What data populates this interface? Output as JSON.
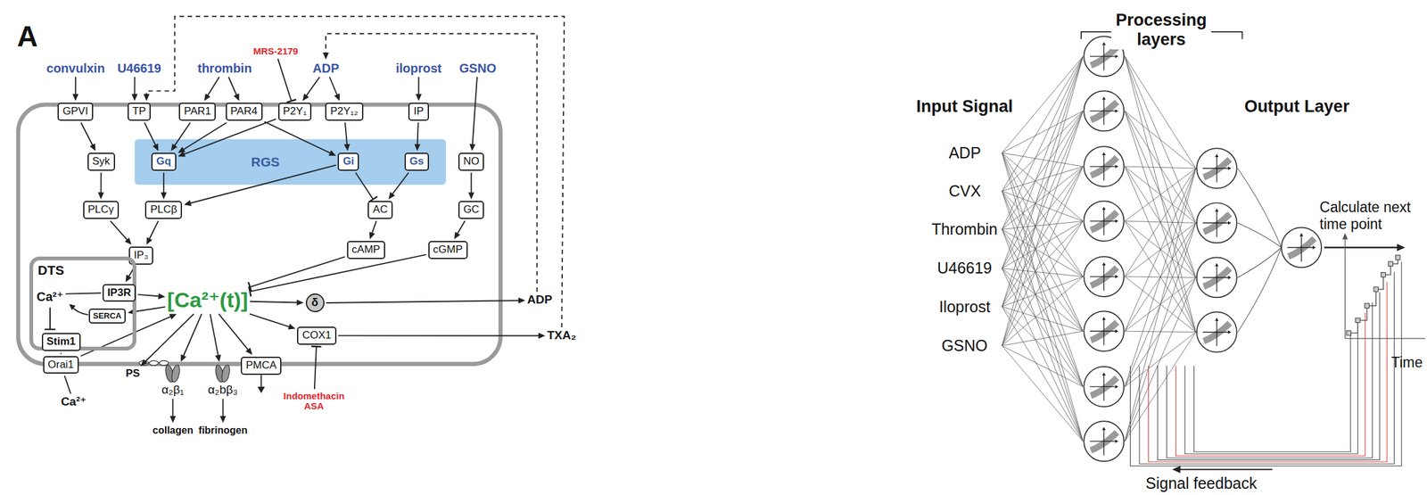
{
  "diagram": {
    "nodes": [
      {
        "text": [
          "convulxin"
        ]
      },
      {
        "text": [
          "U46619"
        ]
      },
      {
        "text": [
          "thrombin"
        ]
      },
      {
        "text": [
          "MRS-2179"
        ]
      },
      {
        "text": [
          "ADP"
        ]
      },
      {
        "text": [
          "iloprost"
        ]
      },
      {
        "text": [
          "GSNO"
        ]
      },
      {
        "text": [
          "GPVI"
        ]
      },
      {
        "text": [
          "TP"
        ]
      },
      {
        "text": [
          "PAR1"
        ]
      },
      {
        "text": [
          "PAR4"
        ]
      },
      {
        "text": [
          "P2Y₁"
        ]
      },
      {
        "text": [
          "P2Y₁₂"
        ]
      },
      {
        "text": [
          "IP"
        ]
      },
      {
        "text": [
          "RGS"
        ]
      },
      {
        "text": [
          "Gq"
        ],
        "in": 14
      },
      {
        "text": [
          "Gi"
        ],
        "in": 14
      },
      {
        "text": [
          "Gs"
        ],
        "in": 14
      },
      {
        "text": [
          "Syk"
        ]
      },
      {
        "text": [
          "NO"
        ]
      },
      {
        "text": [
          "PLCγ"
        ]
      },
      {
        "text": [
          "PLCβ"
        ]
      },
      {
        "text": [
          "AC"
        ]
      },
      {
        "text": [
          "GC"
        ]
      },
      {
        "text": [
          "cAMP"
        ]
      },
      {
        "text": [
          "cGMP"
        ]
      },
      {
        "text": [
          "IP₃"
        ]
      },
      {
        "text": [
          "DTS"
        ]
      },
      {
        "text": [
          "IP3R"
        ],
        "in": 27
      },
      {
        "text": [
          "SERCA"
        ],
        "in": 27
      },
      {
        "text": [
          "Stim1"
        ],
        "in": 27
      },
      {
        "text": [
          "Orai1"
        ]
      },
      {
        "text": [
          "[Ca²⁺(t)]"
        ]
      },
      {
        "text": [
          "δ"
        ]
      },
      {
        "text": [
          "COX1"
        ]
      },
      {
        "text": [
          "PS"
        ]
      },
      {
        "text": [
          "α₂β₁"
        ]
      },
      {
        "text": [
          "α₂bβ₃"
        ]
      },
      {
        "text": [
          "PMCA"
        ]
      },
      {
        "text": [
          "ADP"
        ]
      },
      {
        "text": [
          "TXA₂"
        ]
      },
      {
        "text": [
          "Indomethacin ASA"
        ]
      },
      {
        "text": [
          "collagen"
        ]
      },
      {
        "text": [
          "fibrinogen"
        ]
      },
      {
        "text": [
          "Ca²⁺"
        ]
      }
    ],
    "edges": [
      {
        "from": 0,
        "to": 7,
        "arrow": "to"
      },
      {
        "from": 1,
        "to": 8,
        "arrow": "to"
      },
      {
        "from": 2,
        "to": 9,
        "arrow": "to"
      },
      {
        "from": 2,
        "to": 10,
        "arrow": "to"
      },
      {
        "from": 3,
        "to": 11,
        "arrow": "to"
      },
      {
        "from": 4,
        "to": 11,
        "arrow": "to"
      },
      {
        "from": 4,
        "to": 12,
        "arrow": "to"
      },
      {
        "from": 5,
        "to": 13,
        "arrow": "to"
      },
      {
        "from": 6,
        "to": 19,
        "arrow": "to"
      },
      {
        "from": 7,
        "to": 18,
        "arrow": "to"
      },
      {
        "from": 8,
        "to": 15,
        "arrow": "to"
      },
      {
        "from": 9,
        "to": 15,
        "arrow": "to"
      },
      {
        "from": 10,
        "to": 15,
        "arrow": "to"
      },
      {
        "from": 11,
        "to": 15,
        "arrow": "to"
      },
      {
        "from": 10,
        "to": 16,
        "arrow": "to"
      },
      {
        "from": 12,
        "to": 16,
        "arrow": "to"
      },
      {
        "from": 13,
        "to": 17,
        "arrow": "to"
      },
      {
        "from": 18,
        "to": 20,
        "arrow": "to"
      },
      {
        "from": 15,
        "to": 21,
        "arrow": "to"
      },
      {
        "from": 16,
        "to": 21,
        "arrow": "to"
      },
      {
        "from": 16,
        "to": 22,
        "arrow": "to"
      },
      {
        "from": 17,
        "to": 22,
        "arrow": "to"
      },
      {
        "from": 19,
        "to": 23,
        "arrow": "to"
      },
      {
        "from": 22,
        "to": 24,
        "arrow": "to"
      },
      {
        "from": 23,
        "to": 25,
        "arrow": "to"
      },
      {
        "from": 20,
        "to": 26,
        "arrow": "to"
      },
      {
        "from": 21,
        "to": 26,
        "arrow": "to"
      },
      {
        "from": 26,
        "to": 28,
        "arrow": "to"
      },
      {
        "from": 28,
        "to": 32,
        "arrow": "to"
      },
      {
        "from": 32,
        "to": 29,
        "arrow": "to"
      },
      {
        "from": 24,
        "to": 32,
        "arrow": "to"
      },
      {
        "from": 25,
        "to": 32,
        "arrow": "to"
      },
      {
        "from": 30,
        "to": 31,
        "arrow": "none"
      },
      {
        "from": 44,
        "to": 31,
        "arrow": "none"
      },
      {
        "from": 31,
        "to": 32,
        "arrow": "to"
      },
      {
        "from": 32,
        "to": 33,
        "arrow": "to"
      },
      {
        "from": 32,
        "to": 34,
        "arrow": "to"
      },
      {
        "from": 32,
        "to": 35,
        "arrow": "to"
      },
      {
        "from": 32,
        "to": 36,
        "arrow": "to"
      },
      {
        "from": 32,
        "to": 37,
        "arrow": "to"
      },
      {
        "from": 32,
        "to": 38,
        "arrow": "to"
      },
      {
        "from": 33,
        "to": 39,
        "arrow": "to"
      },
      {
        "from": 34,
        "to": 40,
        "arrow": "to"
      },
      {
        "from": 41,
        "to": 34,
        "arrow": "to"
      },
      {
        "from": 36,
        "to": 42,
        "arrow": "to"
      },
      {
        "from": 37,
        "to": 43,
        "arrow": "to"
      },
      {
        "from": 39,
        "to": 4,
        "arrow": "to"
      },
      {
        "from": 40,
        "to": 8,
        "arrow": "to"
      }
    ],
    "labels": [
      "A",
      "Ca²⁺",
      "Processing layers",
      "Input Signal",
      "ADP",
      "CVX",
      "Thrombin",
      "U46619",
      "Iloprost",
      "GSNO",
      "Output Layer",
      "Calculate next time point",
      "Time",
      "Signal feedback"
    ]
  }
}
